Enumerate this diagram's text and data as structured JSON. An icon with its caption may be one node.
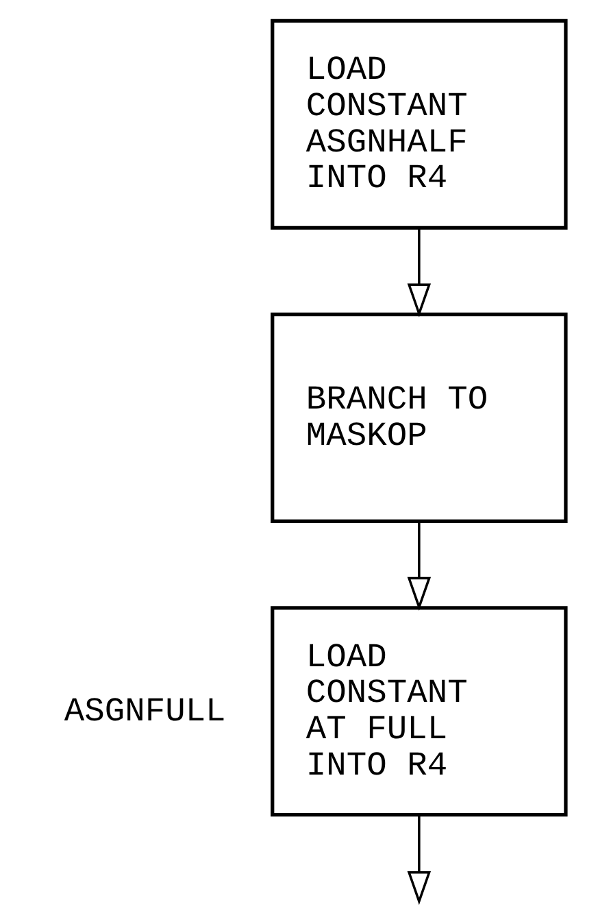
{
  "diagram": {
    "nodes": [
      {
        "text": [
          "LOAD CONSTANT ASGNHALF INTO R4"
        ]
      },
      {
        "text": [
          "BRANCH TO MASKOP"
        ]
      },
      {
        "text": [
          "LOAD CONSTANT AT FULL INTO R4"
        ],
        "beside": [
          "ASGNFULL"
        ]
      }
    ],
    "edges": [
      {
        "from": 0,
        "to": 1,
        "arrow": "to"
      },
      {
        "from": 1,
        "to": 2,
        "arrow": "to"
      },
      {
        "from": 2,
        "to": null,
        "arrow": "to"
      }
    ]
  }
}
